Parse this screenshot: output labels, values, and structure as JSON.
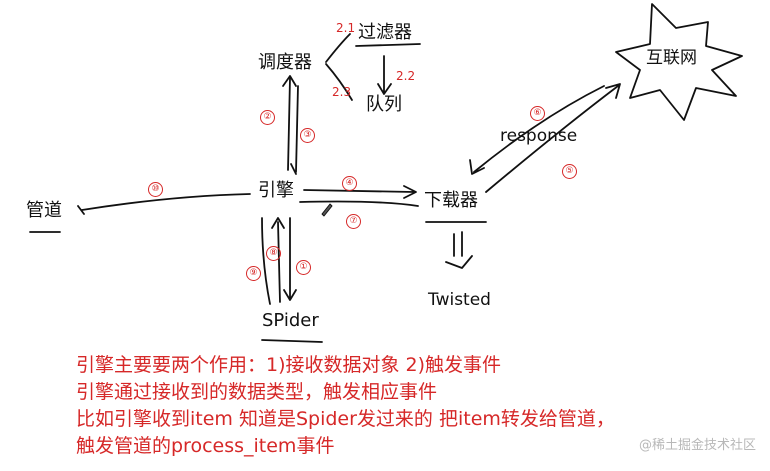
{
  "nodes": {
    "scheduler": "调度器",
    "filter": "过滤器",
    "queue": "队列",
    "internet": "互联网",
    "response": "response",
    "engine": "引擎",
    "downloader": "下载器",
    "pipeline": "管道",
    "spider": "SPider",
    "twisted": "Twisted"
  },
  "step_labels": {
    "s2_1": "2.1",
    "s2_2": "2.2",
    "s2_3": "2.3",
    "c1": "①",
    "c2": "②",
    "c3": "③",
    "c4": "④",
    "c5": "⑤",
    "c6": "⑥",
    "c7": "⑦",
    "c8": "⑧",
    "c9": "⑨",
    "c10": "⑩"
  },
  "notes": [
    "引擎主要要两个作用：1)接收数据对象 2)触发事件",
    "引擎通过接收到的数据类型，触发相应事件",
    "比如引擎收到item 知道是Spider发过来的 把item转发给管道，",
    "触发管道的process_item事件"
  ],
  "watermark": "@稀土掘金技术社区"
}
